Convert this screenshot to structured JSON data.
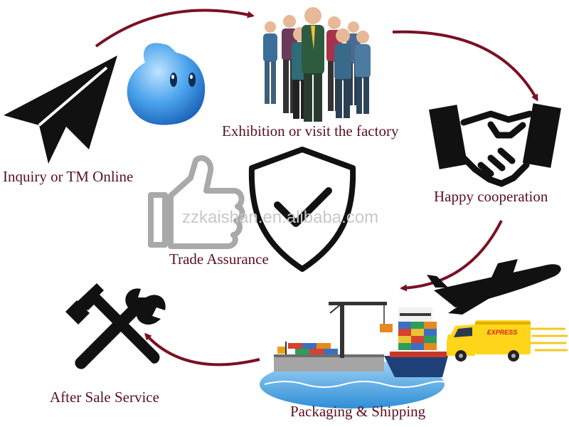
{
  "steps": {
    "inquiry": "Inquiry or TM Online",
    "exhibition": "Exhibition or visit the factory",
    "cooperation": "Happy cooperation",
    "trade_assurance": "Trade Assurance",
    "shipping": "Packaging & Shipping",
    "after_sale": "After Sale Service"
  },
  "watermark": "zzkaishan.en.alibaba.com",
  "truck_text": "EXPRESS",
  "colors": {
    "arrow": "#7a1024",
    "label": "#5a1020",
    "icon": "#111111",
    "chat_blue": "#2f8fe0"
  },
  "icons": [
    "paper-plane-icon",
    "chat-bubble-icon",
    "business-people-icon",
    "handshake-icon",
    "thumbs-up-icon",
    "shield-check-icon",
    "cargo-port-icon",
    "airplane-icon",
    "express-truck-icon",
    "hammer-wrench-icon"
  ]
}
